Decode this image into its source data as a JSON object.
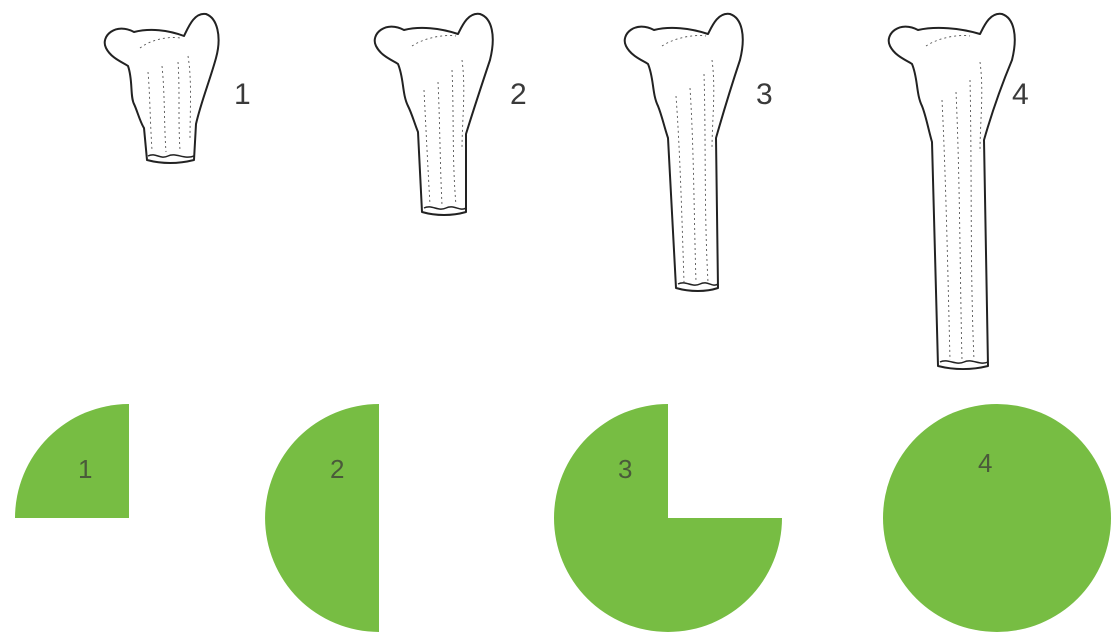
{
  "colors": {
    "fill": "#77bd43",
    "ink": "#222222",
    "label": "#3a3a3a"
  },
  "stages": [
    {
      "label": "1",
      "fraction": 0.25
    },
    {
      "label": "2",
      "fraction": 0.5
    },
    {
      "label": "3",
      "fraction": 0.75
    },
    {
      "label": "4",
      "fraction": 1.0
    }
  ]
}
